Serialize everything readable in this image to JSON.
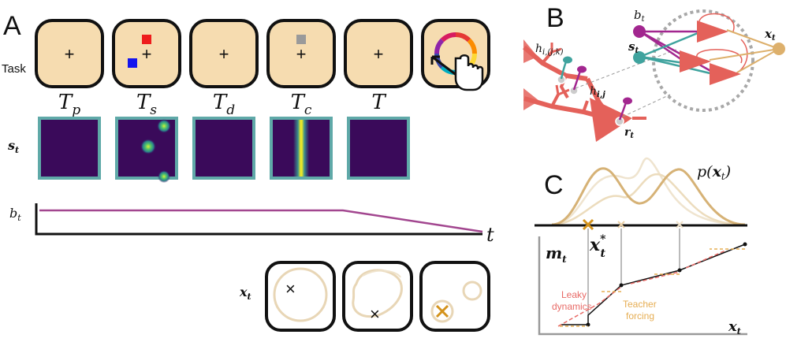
{
  "panels": {
    "a": "A",
    "b": "B",
    "c": "C"
  },
  "panel_a": {
    "task_row_label": "Task",
    "tasks": [
      {
        "sym": "T",
        "sub": "p",
        "stim": "none"
      },
      {
        "sym": "T",
        "sub": "s",
        "stim": "squares"
      },
      {
        "sym": "T",
        "sub": "d",
        "stim": "none"
      },
      {
        "sym": "T",
        "sub": "c",
        "stim": "cue"
      },
      {
        "sym": "T",
        "sub": "",
        "stim": "none"
      },
      {
        "sym": "",
        "sub": "",
        "stim": "colorwheel"
      }
    ],
    "fixation_mark": "+",
    "st_label": {
      "base": "s",
      "sub": "t"
    },
    "bt_label": {
      "base": "b",
      "sub": "t"
    },
    "time_label": "t",
    "xt_label": {
      "base": "x",
      "sub": "t"
    },
    "x_marker": "×",
    "colors": {
      "task_fill": "#f6dcb0",
      "st_fill": "#3a0a5a",
      "st_border": "#5fa9a8",
      "bt_line": "#a2468f",
      "stim_red": "#ee1c1c",
      "stim_blue": "#1414ee",
      "stim_gray": "#9a9a9a",
      "cue_yellow": "#e8e62a",
      "ring": "#e8d6b6",
      "orange": "#d4931c"
    }
  },
  "panel_b": {
    "h_ijk": {
      "base": "h",
      "sub": "i,(j,k)"
    },
    "h_ij": {
      "base": "h",
      "sub": "i,j"
    },
    "r_t": {
      "base": "r",
      "sub": "t"
    },
    "b_t": {
      "base": "b",
      "sub": "t"
    },
    "s_t": {
      "base": "s",
      "sub": "t"
    },
    "x_t": {
      "base": "x",
      "sub": "t"
    },
    "colors": {
      "neuron": "#e4615a",
      "bt_node": "#a2268f",
      "st_node": "#3fa39e",
      "xt_node": "#ddb06c",
      "ring_dash": "#a8a8a8"
    }
  },
  "panel_c": {
    "density_label": {
      "text": "p(",
      "var": "x",
      "sub": "t",
      "close": ")"
    },
    "mt_label": {
      "base": "m",
      "sub": "t"
    },
    "xt_axis_label": {
      "base": "x",
      "sub": "t"
    },
    "xstar_label": {
      "base": "x",
      "sup": "*",
      "sub": "t"
    },
    "leaky_label": [
      "Leaky",
      "dynamics"
    ],
    "teacher_label": [
      "Teacher",
      "forcing"
    ],
    "colors": {
      "density": "#d6b276",
      "density_faint": "#ecdcbd",
      "leaky": "#e86a66",
      "teacher": "#e6ad52",
      "orange_x": "#d4931c"
    }
  }
}
